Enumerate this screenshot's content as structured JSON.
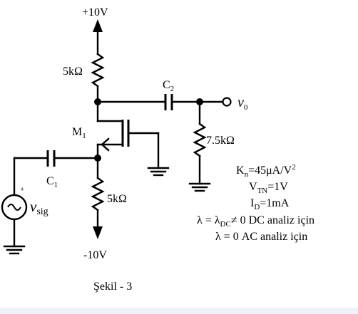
{
  "supply": {
    "vdd": "+10V",
    "vss": "-10V"
  },
  "components": {
    "rd": "5kΩ",
    "rs": "5kΩ",
    "rl": "7.5kΩ",
    "c1": {
      "main": "C",
      "sub": "1"
    },
    "c2": {
      "main": "C",
      "sub": "2"
    },
    "m1": {
      "main": "M",
      "sub": "1"
    },
    "source": {
      "main": "v",
      "sub": "sig",
      "plus": "+"
    },
    "output": {
      "main": "v",
      "sub": "0"
    }
  },
  "parameters": {
    "kn": {
      "a": "K",
      "sub": "n",
      "b": "=45μA/V",
      "sup": "2"
    },
    "vtn": {
      "a": "V",
      "sub": "TN",
      "b": "=1V"
    },
    "id": {
      "a": "I",
      "sub": "D",
      "b": "=1mA"
    },
    "dc": {
      "a": "λ = λ",
      "sub": "DC",
      "b": "≠  0 DC analiz için"
    },
    "ac": "λ = 0 AC analiz için"
  },
  "caption": "Şekil - 3"
}
